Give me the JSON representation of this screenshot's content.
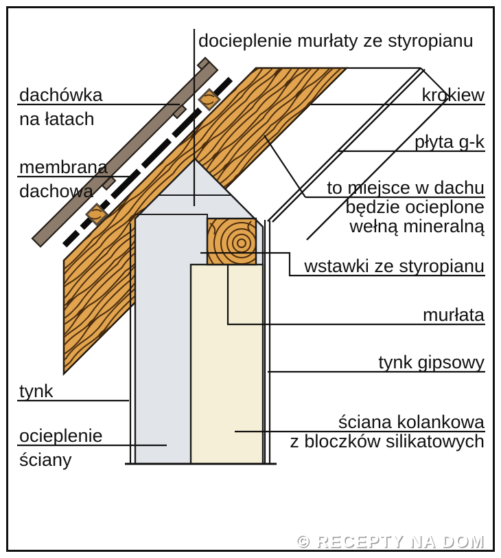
{
  "diagram": {
    "type": "construction-cross-section",
    "subject": "roof eaves / knee-wall junction detail",
    "labels": {
      "title": "docieplenie murłaty ze styropianu",
      "dachowka_line1": "dachówka",
      "dachowka_line2": "na łatach",
      "membrana_line1": "membrana",
      "membrana_line2": "dachowa",
      "krokiew": "krokiew",
      "plyta_gk": "płyta g-k",
      "miejsce_line1": "to miejsce w dachu",
      "miejsce_line2": "będzie ocieplone",
      "miejsce_line3": "wełną mineralną",
      "wstawki": "wstawki ze styropianu",
      "murlata": "murłata",
      "tynk_gipsowy": "tynk gipsowy",
      "tynk": "tynk",
      "ocieplenie_line1": "ocieplenie",
      "ocieplenie_line2": "ściany",
      "sciana_line1": "ściana kolankowa",
      "sciana_line2": "z bloczków silikatowych",
      "watermark": "© RECEPTY NA DOM"
    },
    "colors": {
      "rafter_wood": "#E2A44E",
      "wood_grain": "#4A2C0E",
      "roof_tile": "#8D7C6B",
      "insulation_gray": "#E1E4E9",
      "silicate_wall_cream": "#F4EFD6",
      "line_black": "#1A1A1A",
      "background": "#FFFFFF"
    }
  }
}
